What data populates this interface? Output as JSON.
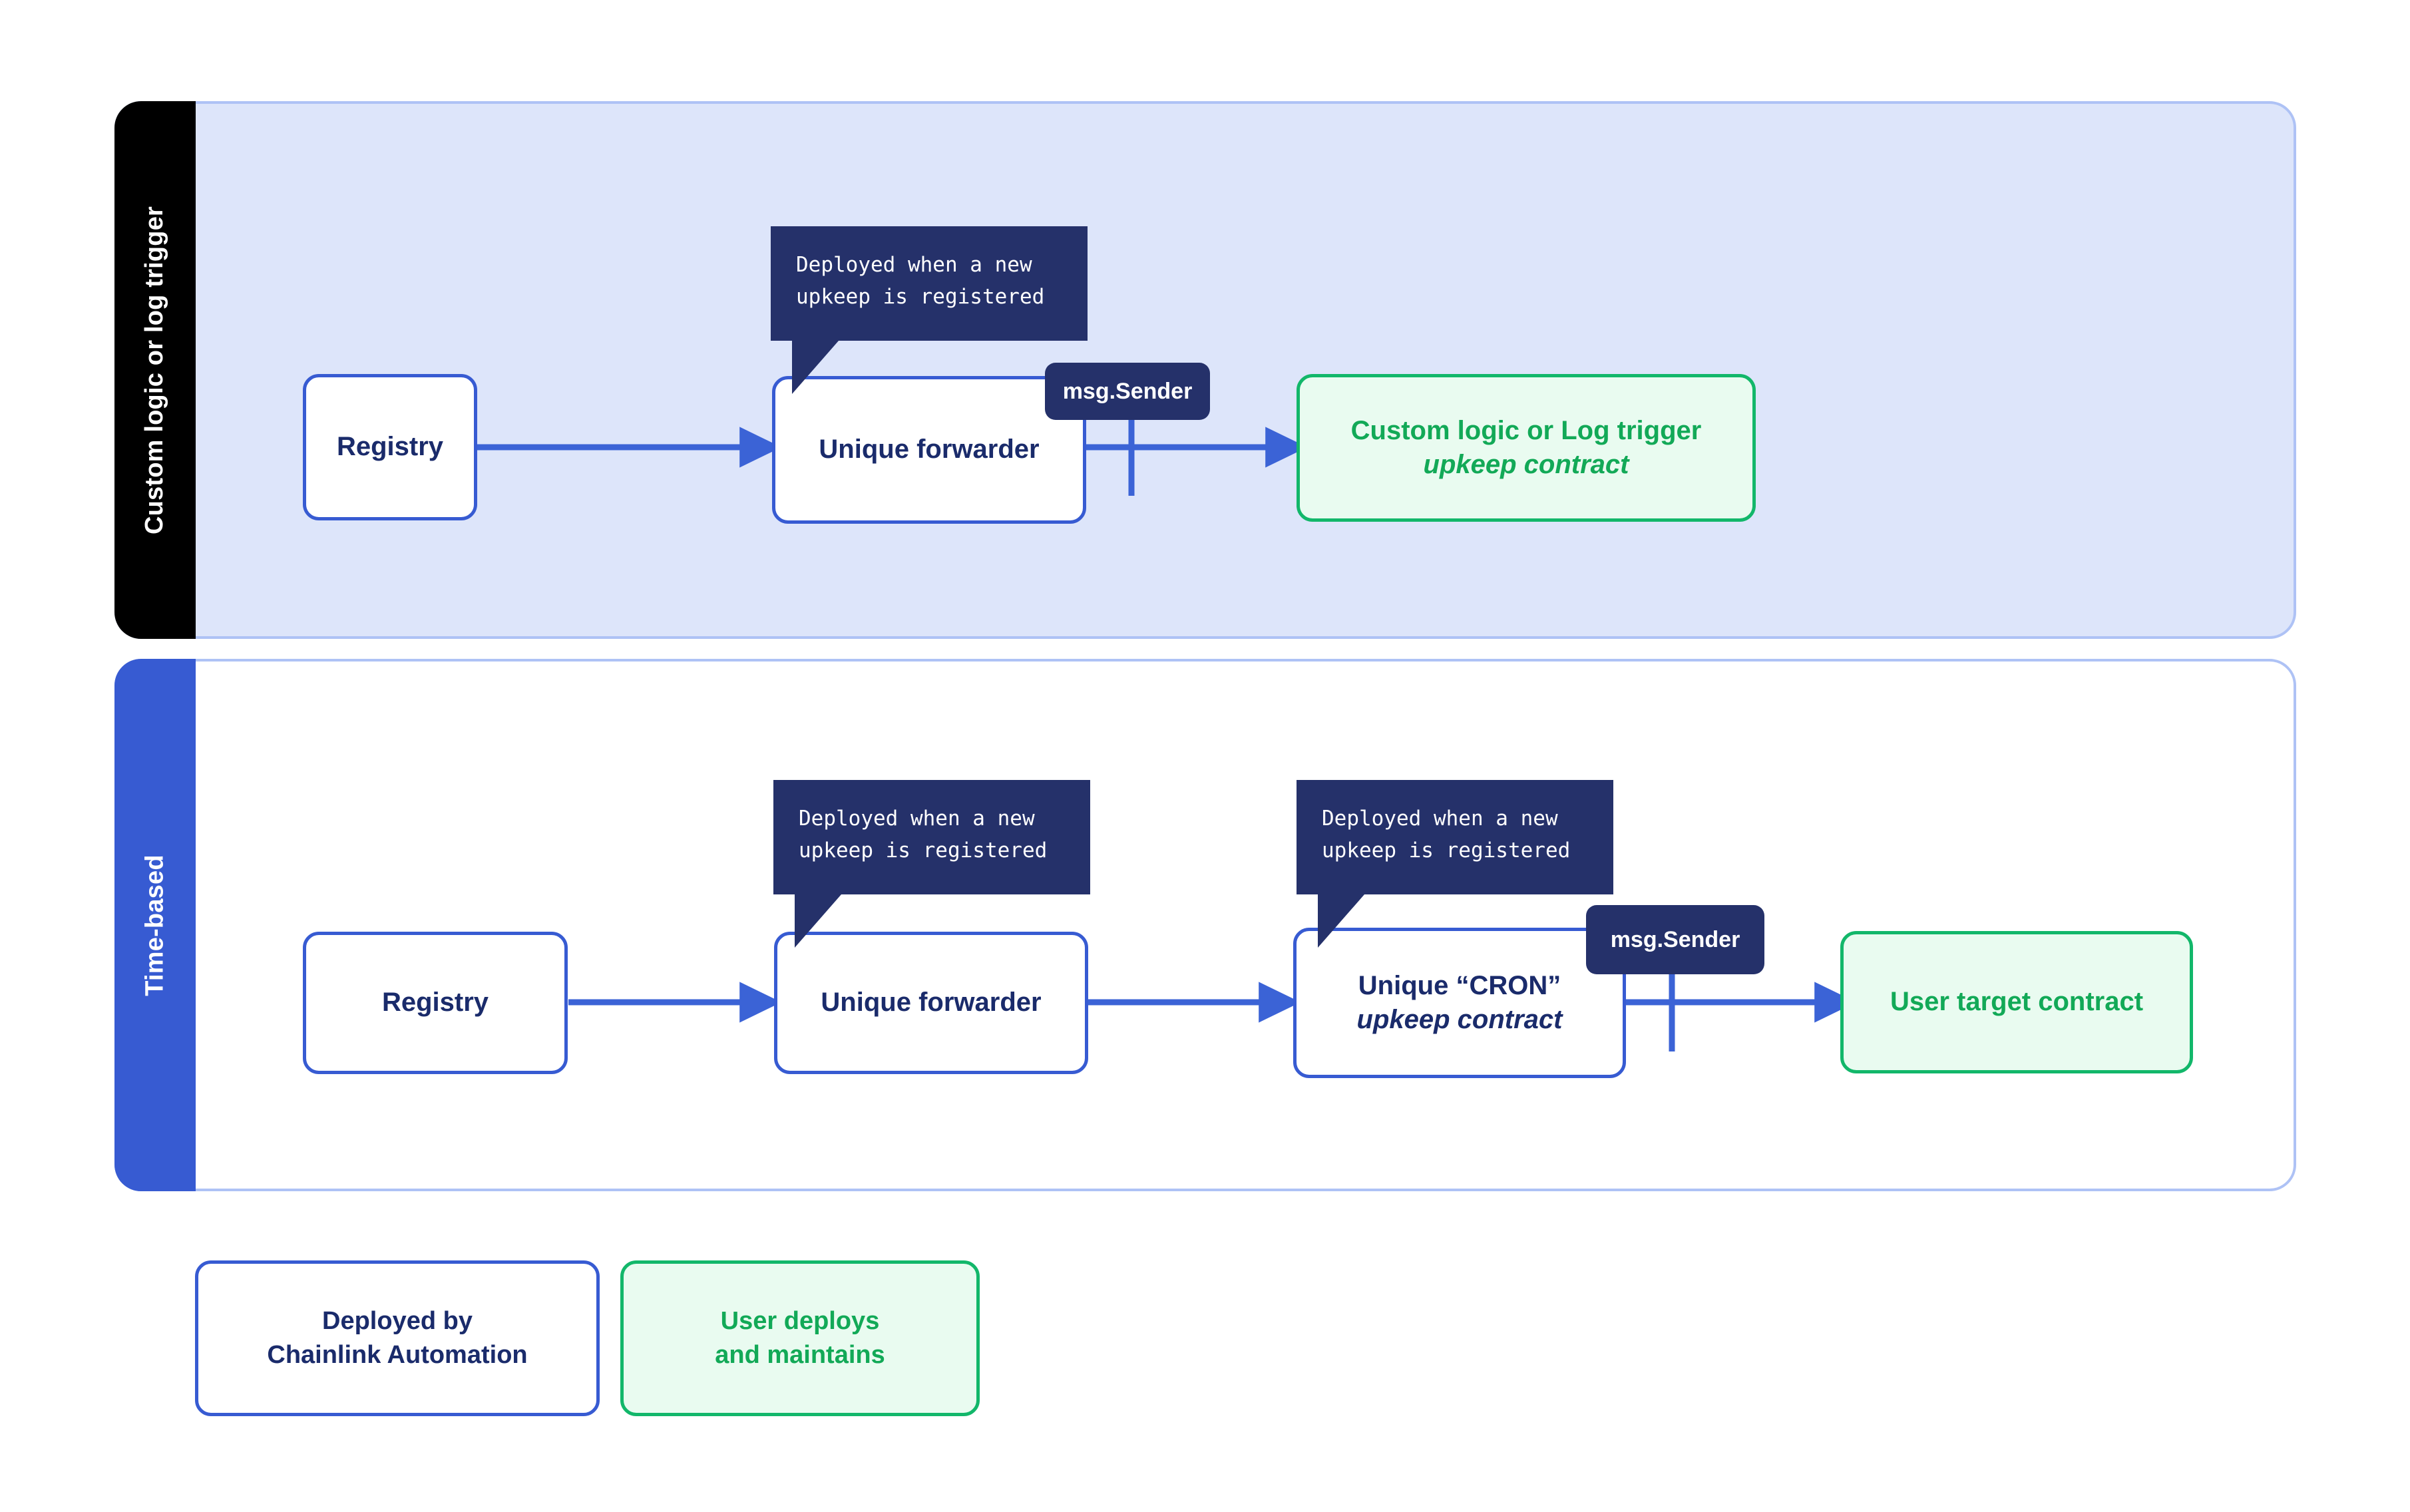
{
  "diagram": {
    "title": "Chainlink Automation upkeep deployment flow",
    "colors": {
      "panel_fill_top": "#dde5fa",
      "panel_fill_bottom": "#ffffff",
      "panel_border": "#aec2f5",
      "tab_custom_logic": "#000000",
      "tab_time_based": "#375bd2",
      "node_blue_border": "#375bd2",
      "node_blue_text": "#1a2b6b",
      "node_green_border": "#12b76a",
      "node_green_fill": "#e9fbf0",
      "node_green_text": "#12a957",
      "callout_fill": "#25316a",
      "connector": "#3b63d6"
    }
  },
  "rows": [
    {
      "tab_label": "Custom logic or log trigger",
      "nodes": [
        {
          "id": "registry",
          "label": "Registry",
          "style": "blue"
        },
        {
          "id": "forwarder",
          "label": "Unique forwarder",
          "style": "blue"
        },
        {
          "id": "upkeep-contract",
          "label_line1": "Custom logic or Log trigger",
          "label_line2": "upkeep contract",
          "style": "green"
        }
      ],
      "callouts": [
        {
          "id": "forwarder-callout",
          "line1": "Deployed when a new",
          "line2": "upkeep is registered"
        }
      ],
      "badges": [
        {
          "id": "forwarder-msgsender",
          "label": "msg.Sender"
        }
      ]
    },
    {
      "tab_label": "Time-based",
      "nodes": [
        {
          "id": "registry",
          "label": "Registry",
          "style": "blue"
        },
        {
          "id": "forwarder",
          "label": "Unique forwarder",
          "style": "blue"
        },
        {
          "id": "cron-upkeep",
          "label_line1": "Unique “CRON”",
          "label_line2": "upkeep contract",
          "style": "blue"
        },
        {
          "id": "user-target",
          "label": "User target contract",
          "style": "green"
        }
      ],
      "callouts": [
        {
          "id": "forwarder-callout",
          "line1": "Deployed when a new",
          "line2": "upkeep is registered"
        },
        {
          "id": "cron-callout",
          "line1": "Deployed when a new",
          "line2": "upkeep is registered"
        }
      ],
      "badges": [
        {
          "id": "cron-msgsender",
          "label": "msg.Sender"
        }
      ]
    }
  ],
  "legend": [
    {
      "id": "deployed-by-chainlink",
      "line1": "Deployed by",
      "line2": "Chainlink Automation",
      "style": "blue"
    },
    {
      "id": "user-deploys",
      "line1": "User deploys",
      "line2": "and maintains",
      "style": "green"
    }
  ]
}
